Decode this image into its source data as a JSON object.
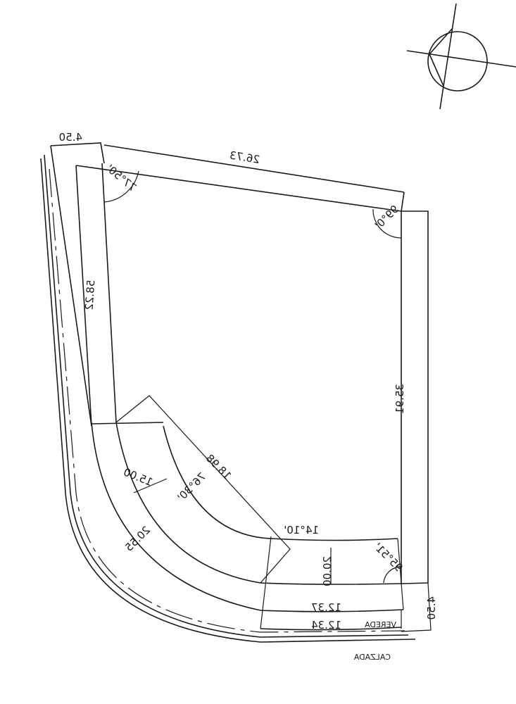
{
  "drawing": {
    "type": "site plan (mirrored)",
    "mirrored_horizontally": true,
    "line_color": "#1a1a1a",
    "background": "#ffffff"
  },
  "north_arrow": {
    "icon": "north-arrow-circle-icon"
  },
  "dimensions": {
    "top_sidewalk_width": "4.50",
    "top_edge": "26.73",
    "top_left_angle": "77°50'",
    "top_right_angle": "99°0'",
    "left_edge": "58.22",
    "right_edge": "35.91",
    "radius": "15.00",
    "chord": "18.98",
    "central_angle": "76°30'",
    "outer_arc": "20.55",
    "inner_arc_angle": "14°10'",
    "offset_depth": "20.00",
    "bottom_right_angle": "95°51'",
    "bottom_edge": "12.37",
    "sidewalk_edge": "12.34",
    "bottom_sidewalk_width": "4.50"
  },
  "labels": {
    "sidewalk": "VEREDA",
    "street": "CALZADA"
  }
}
